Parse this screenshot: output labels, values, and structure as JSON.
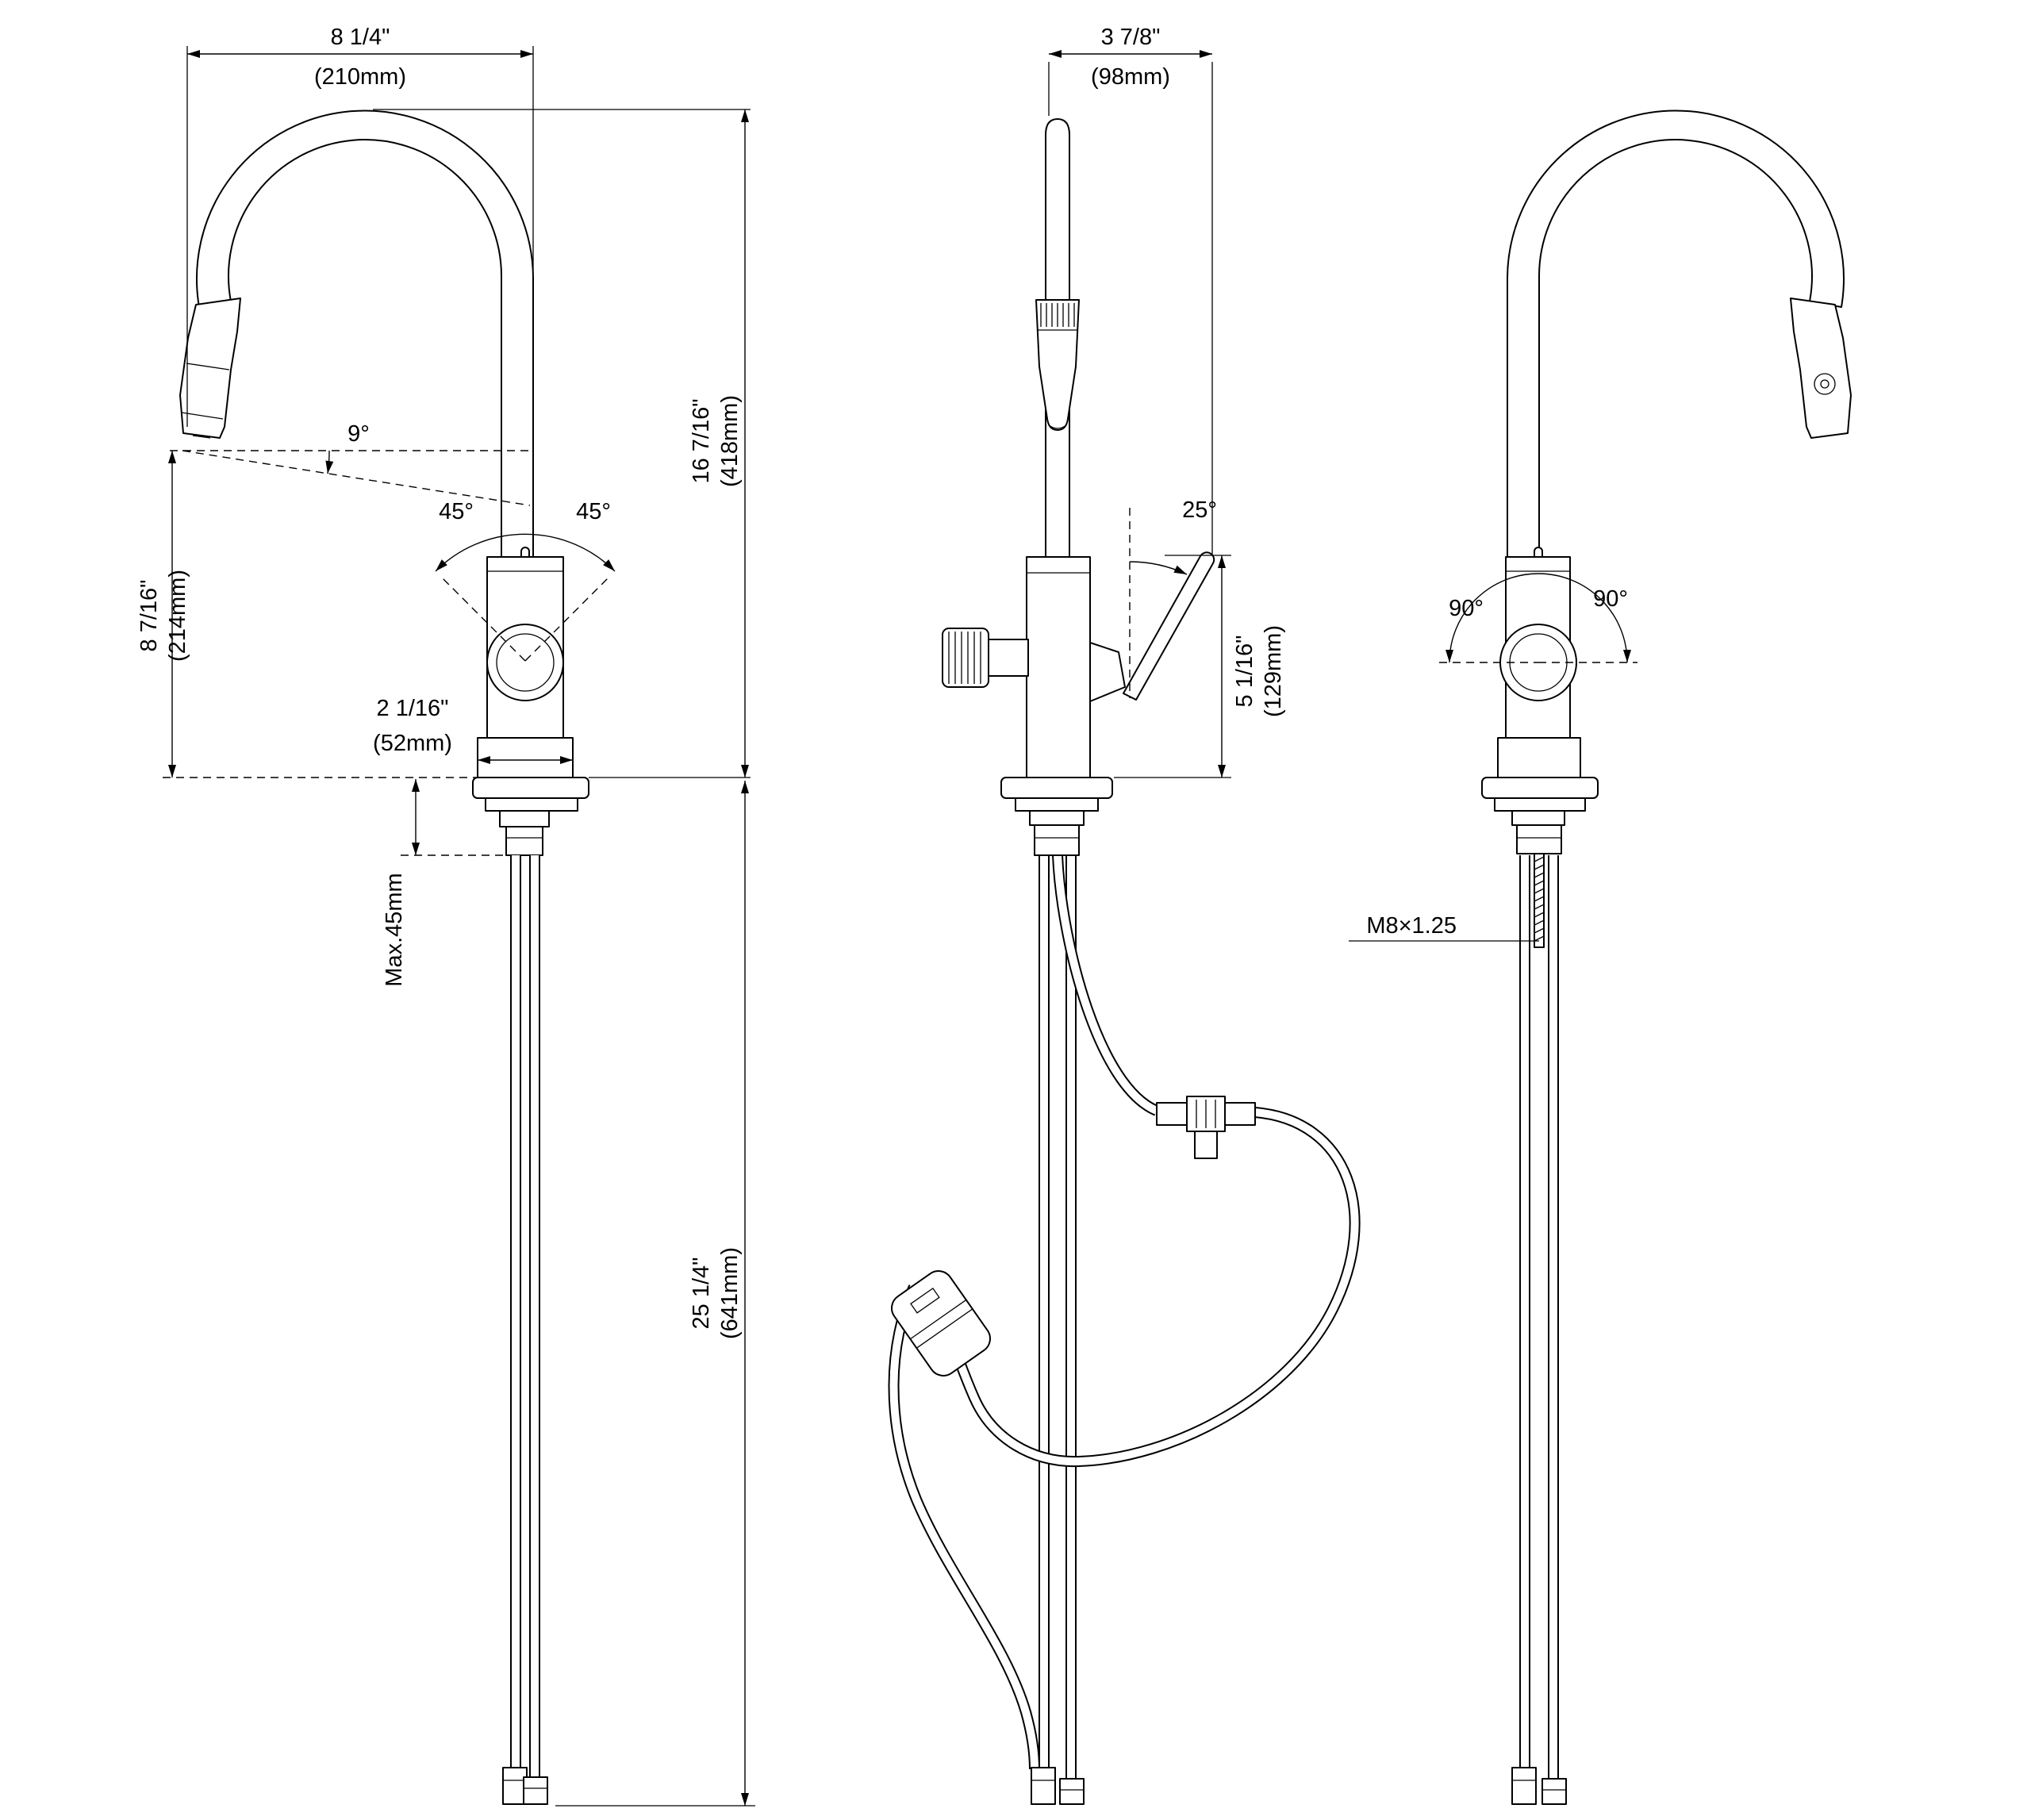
{
  "page": {
    "background": "#ffffff",
    "line_color": "#000000",
    "description": "Kitchen pull-down faucet technical dimension drawing, three orthographic views"
  },
  "views": {
    "side": {
      "dims": {
        "spout_reach_in": "8 1/4\"",
        "spout_reach_mm": "(210mm)",
        "overall_height_in": "16 7/16\"",
        "overall_height_mm": "(418mm)",
        "spout_drop_in": "8 7/16\"",
        "spout_drop_mm": "(214mm)",
        "base_diameter_in": "2 1/16\"",
        "base_diameter_mm": "(52mm)",
        "spray_angle": "9°",
        "handle_swing_left": "45°",
        "handle_swing_right": "45°",
        "max_deck_thickness": "Max.45mm",
        "hose_length_in": "25 1/4\"",
        "hose_length_mm": "(641mm)"
      }
    },
    "front": {
      "dims": {
        "handle_offset_in": "3 7/8\"",
        "handle_offset_mm": "(98mm)",
        "handle_angle": "25°",
        "handle_height_in": "5 1/16\"",
        "handle_height_mm": "(129mm)"
      }
    },
    "back": {
      "dims": {
        "swivel_left": "90°",
        "swivel_right": "90°",
        "thread_spec": "M8×1.25"
      }
    }
  }
}
